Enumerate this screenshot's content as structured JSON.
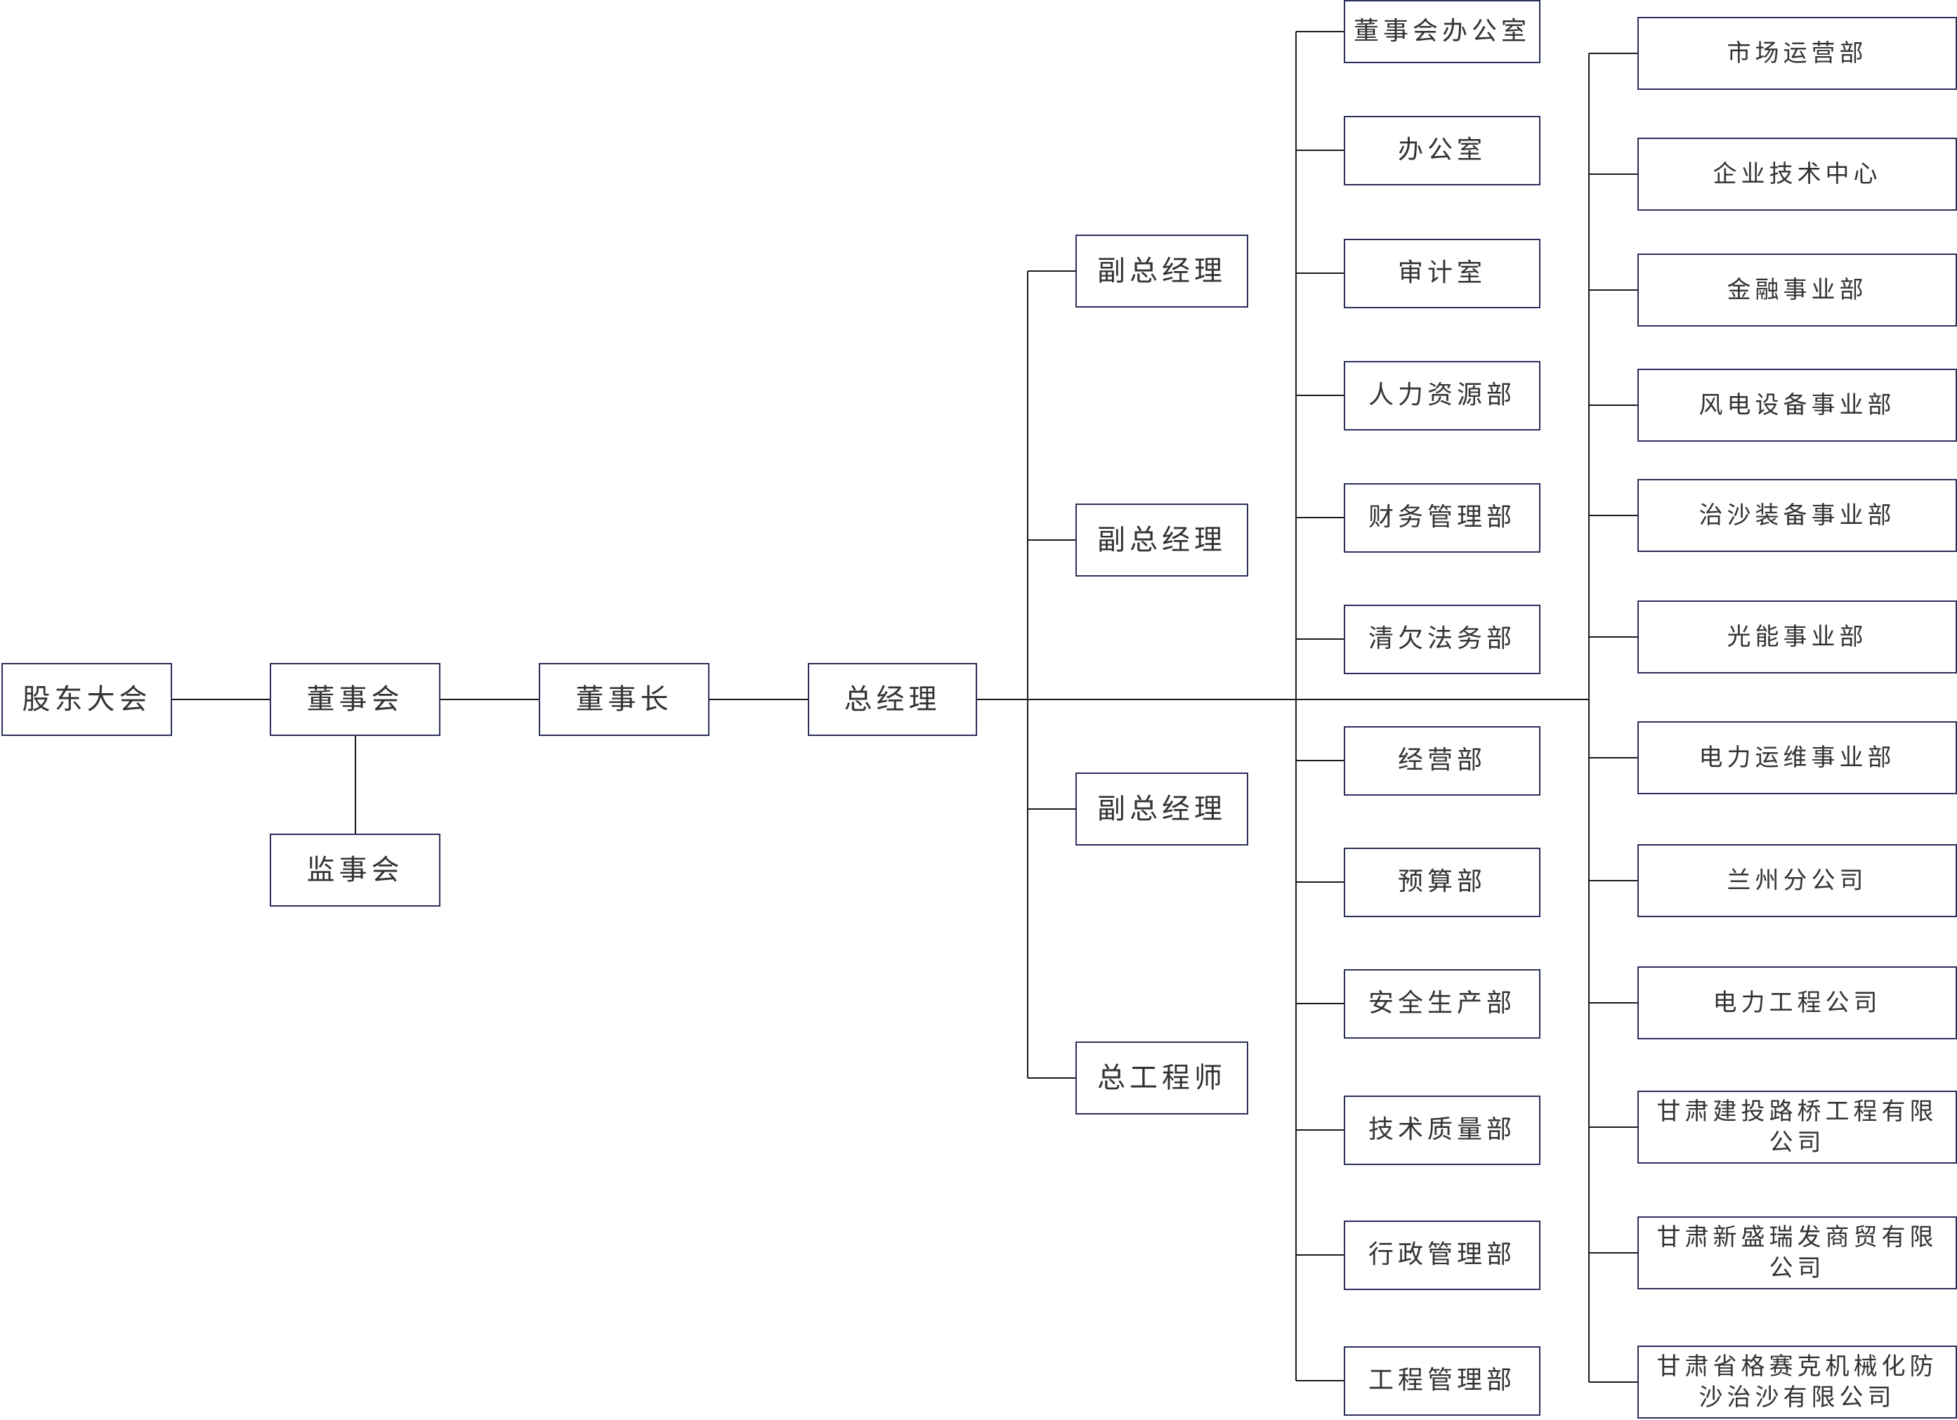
{
  "nodes": {
    "shareholders": "股东大会",
    "board": "董事会",
    "supervisors": "监事会",
    "chairman": "董事长",
    "general_manager": "总经理",
    "deputy_gm_1": "副总经理",
    "deputy_gm_2": "副总经理",
    "deputy_gm_3": "副总经理",
    "chief_engineer": "总工程师"
  },
  "departments": [
    "董事会办公室",
    "办公室",
    "审计室",
    "人力资源部",
    "财务管理部",
    "清欠法务部",
    "经营部",
    "预算部",
    "安全生产部",
    "技术质量部",
    "行政管理部",
    "工程管理部"
  ],
  "business_units": [
    "市场运营部",
    "企业技术中心",
    "金融事业部",
    "风电设备事业部",
    "治沙装备事业部",
    "光能事业部",
    "电力运维事业部",
    "兰州分公司",
    "电力工程公司",
    "甘肃建投路桥工程有限公司",
    "甘肃新盛瑞发商贸有限公司",
    "甘肃省格赛克机械化防沙治沙有限公司"
  ],
  "colors": {
    "box_border": "#2b2f5c",
    "connector": "#1a1a1a",
    "text": "#333333"
  }
}
